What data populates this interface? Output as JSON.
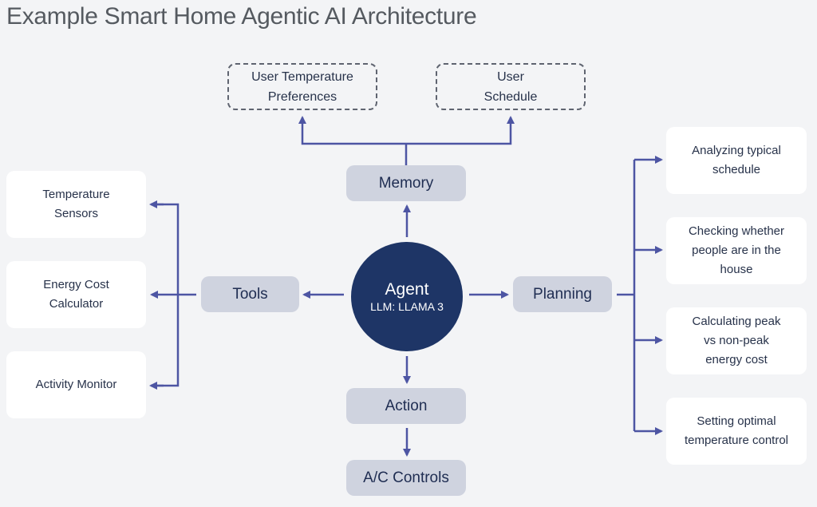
{
  "title": "Example Smart Home Agentic AI Architecture",
  "colors": {
    "background": "#f3f4f6",
    "arrow": "#4d55a3",
    "agent_fill": "#1e3566",
    "module_fill": "#cfd3df",
    "card_fill": "#ffffff",
    "text_dark": "#27324a"
  },
  "agent": {
    "name": "Agent",
    "model": "LLM: LLAMA 3"
  },
  "memory": {
    "label": "Memory",
    "items": [
      {
        "lines": [
          "User Temperature",
          "Preferences"
        ]
      },
      {
        "lines": [
          "User",
          "Schedule"
        ]
      }
    ]
  },
  "tools": {
    "label": "Tools",
    "items": [
      {
        "lines": [
          "Temperature",
          "Sensors"
        ]
      },
      {
        "lines": [
          "Energy Cost",
          "Calculator"
        ]
      },
      {
        "lines": [
          "Activity Monitor"
        ]
      }
    ]
  },
  "planning": {
    "label": "Planning",
    "items": [
      {
        "lines": [
          "Analyzing typical",
          "schedule"
        ]
      },
      {
        "lines": [
          "Checking whether",
          "people are in the",
          "house"
        ]
      },
      {
        "lines": [
          "Calculating peak",
          "vs non-peak",
          "energy cost"
        ]
      },
      {
        "lines": [
          "Setting optimal",
          "temperature control"
        ]
      }
    ]
  },
  "action": {
    "label": "Action",
    "items": [
      {
        "lines": [
          "A/C Controls"
        ]
      }
    ]
  }
}
